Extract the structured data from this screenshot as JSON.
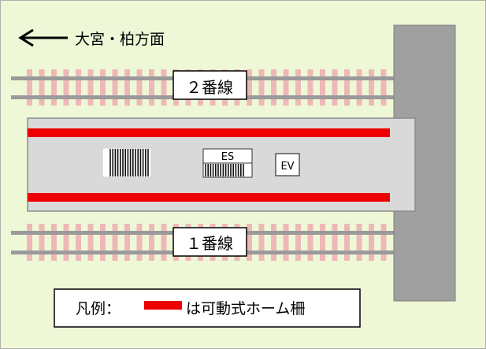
{
  "colors": {
    "background": "#eef8d6",
    "frame": "#b0b0b0",
    "rail": "#9a9a9a",
    "sleeper": "#efb8b8",
    "platform": "#d9d9d9",
    "platform_edge": "#8c8c8c",
    "building": "#a0a0a0",
    "door_fence": "#ee0000",
    "text": "#000000"
  },
  "direction": {
    "arrow_icon": "left-arrow-icon",
    "label": "大宮・柏方面"
  },
  "tracks": [
    {
      "label": "２番線"
    },
    {
      "label": "１番線"
    }
  ],
  "platform": {
    "escalator_label": "ES",
    "elevator_label": "EV"
  },
  "legend": {
    "prefix": "凡例：",
    "description": "は可動式ホーム柵"
  }
}
